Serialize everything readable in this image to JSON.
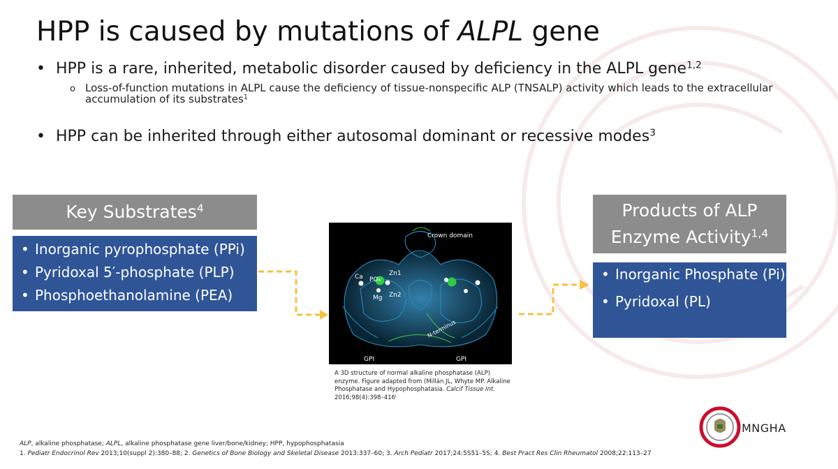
{
  "title": {
    "prefix": "HPP is caused by mutations of ",
    "italic": "ALPL",
    "suffix": " gene"
  },
  "bullets": [
    {
      "dot": "•",
      "text": "HPP is a rare, inherited, metabolic disorder caused by deficiency in the ALPL gene",
      "sup": "1,2"
    },
    {
      "dot": "•",
      "text": "HPP can be inherited through either autosomal dominant or recessive modes",
      "sup": "3"
    }
  ],
  "sub_bullet": {
    "marker": "o",
    "text": "Loss-of-function mutations in ALPL cause the deficiency of tissue-nonspecific ALP (TNSALP) activity which leads to the extracellular accumulation of its substrates",
    "sup": "1"
  },
  "substrates": {
    "header": "Key Substrates",
    "header_sup": "4",
    "items": [
      "Inorganic pyrophosphate (PPi)",
      "Pyridoxal 5′-phosphate (PLP)",
      "Phosphoethanolamine (PEA)"
    ]
  },
  "products": {
    "header_line1": "Products of ALP",
    "header_line2": "Enzyme Activity",
    "header_sup": "1,4",
    "items": [
      "Inorganic Phosphate (Pi)",
      "Pyridoxal (PL)"
    ]
  },
  "protein_labels": {
    "crown": "Crown domain",
    "ca": "Ca",
    "po4": "PO₄",
    "zn1": "Zn1",
    "mg": "Mg",
    "zn2": "Zn2",
    "wormhole": "N-terminus",
    "gpi_left": "GPI",
    "gpi_right": "GPI"
  },
  "caption": {
    "text": "A 3D structure of normal alkaline phosphatase (ALP) enzyme. Figure adapted from (Millán JL, Whyte MP. Alkaline Phosphatase and Hypophosphatasia. ",
    "journal": "Calcif Tissue Int.",
    "suffix": " 2016;98(4):398–416",
    "sup": "i"
  },
  "footnotes": {
    "abbr": [
      {
        "i": "ALP",
        "t": ", alkaline phosphatase; "
      },
      {
        "i": "ALPL",
        "t": ", alkaline phosphatase gene liver/bone/kidney; HPP, hypophosphatasia"
      }
    ],
    "refs": [
      {
        "t": "1. ",
        "i": "Pediatr Endocrinol Rev",
        "t2": " 2013;10(suppl 2):380–88; 2. "
      },
      {
        "i": "Genetics of Bone Biology and Skeletal Disease",
        "t2": " 2013:337–60; 3. "
      },
      {
        "i": "Arch Pediatr",
        "t2": " 2017;24:5S51–5S; 4. "
      },
      {
        "i": "Best Pract Res Clin Rheumatol",
        "t2": " 2008;22:113–27"
      }
    ]
  },
  "logo": {
    "text": "MNGHA"
  },
  "colors": {
    "header_gray": "#8c8c8c",
    "box_blue": "#2f5597",
    "arrow_yellow": "#f5c242"
  }
}
